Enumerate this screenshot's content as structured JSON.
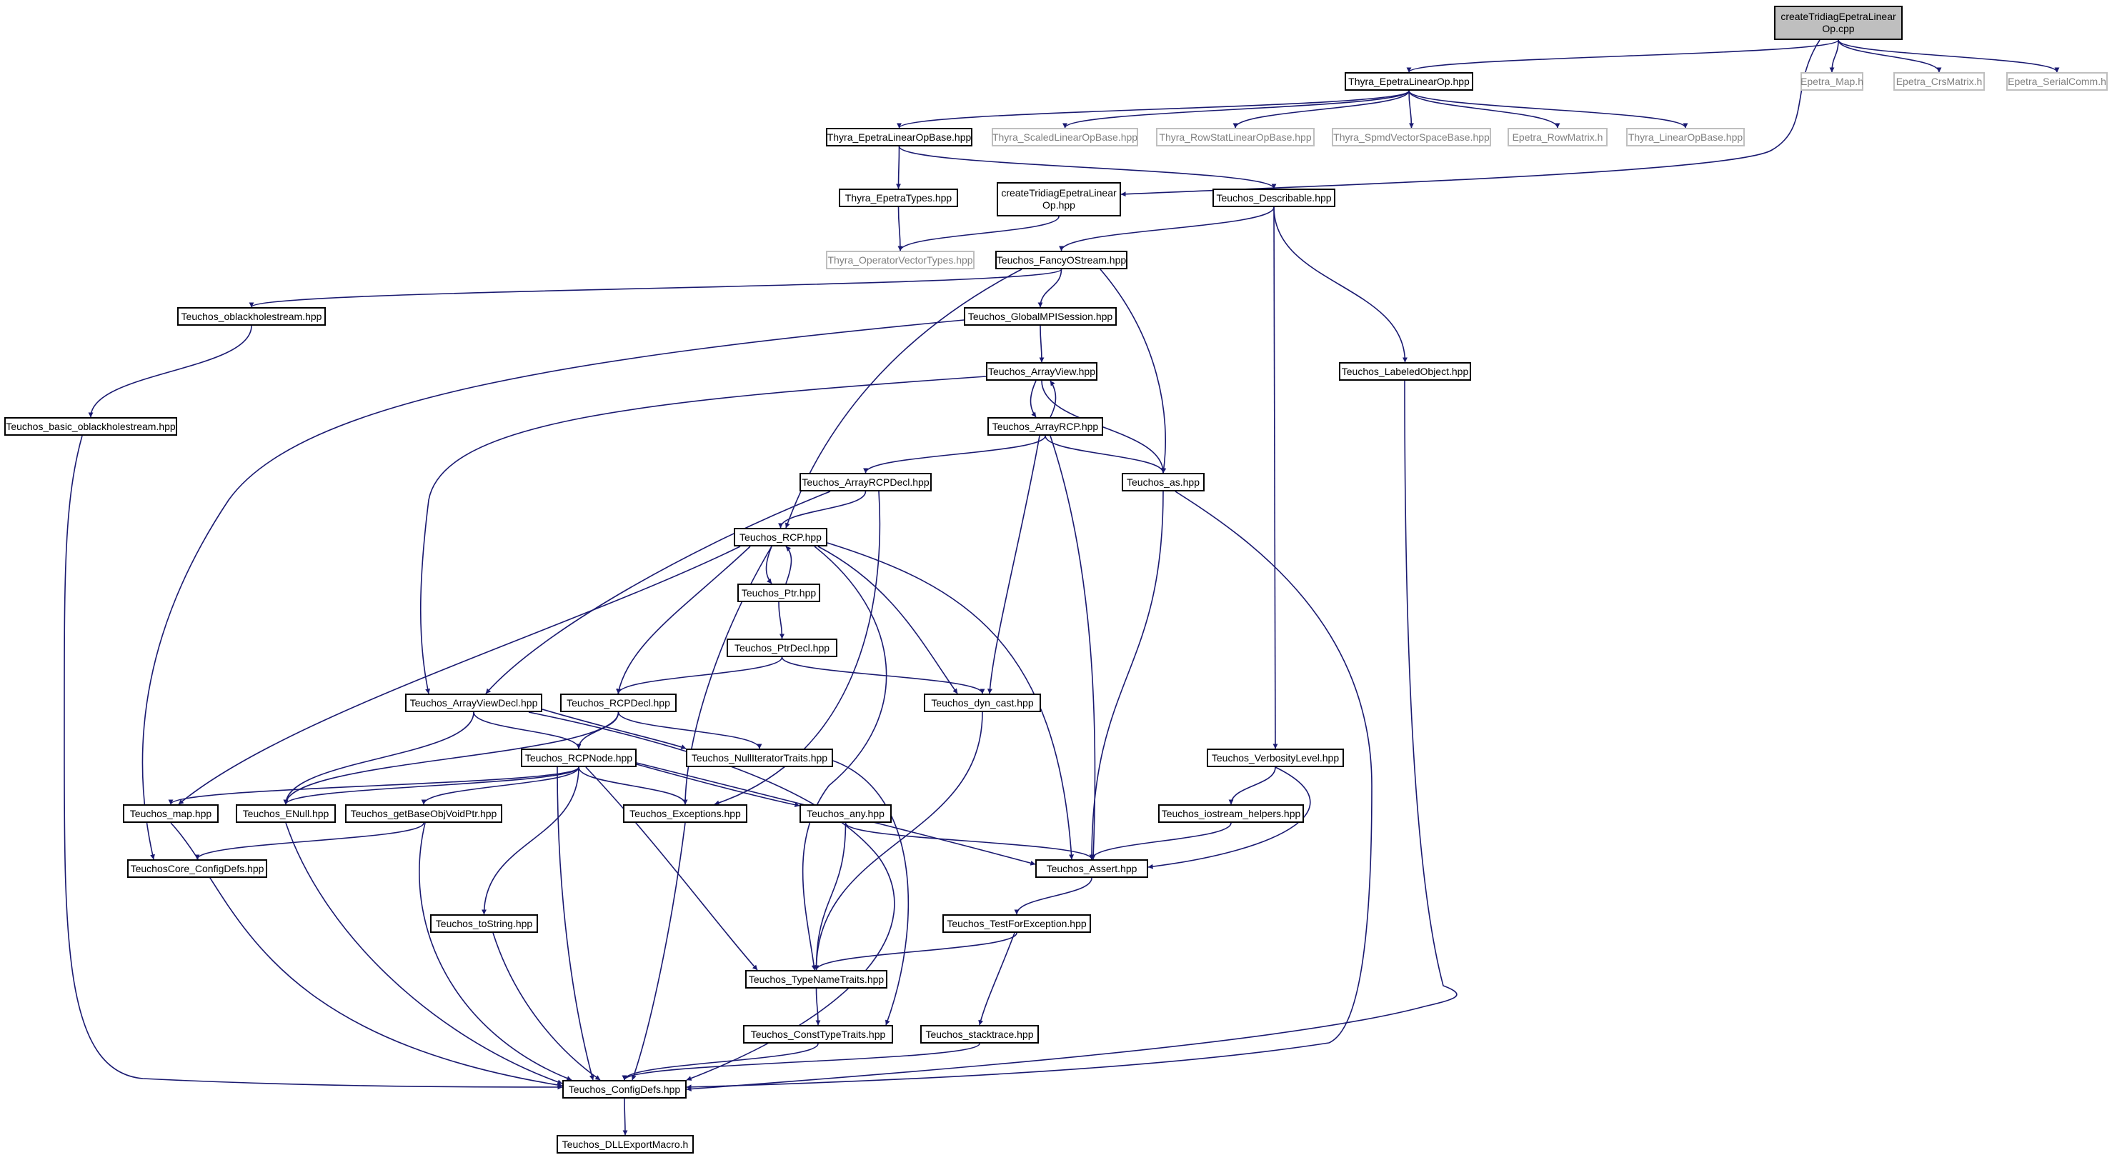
{
  "colors": {
    "edge": "#191970",
    "node_border": "#000000",
    "external_border": "#bfbfbf",
    "external_text": "#808080",
    "root_fill": "#bfbfbf"
  },
  "nodes": [
    {
      "id": "root",
      "label": "createTridiagEpetraLinearOp.cpp",
      "kind": "root"
    },
    {
      "id": "thyra_elo",
      "label": "Thyra_EpetraLinearOp.hpp"
    },
    {
      "id": "epetra_map",
      "label": "Epetra_Map.h",
      "kind": "external"
    },
    {
      "id": "epetra_crs",
      "label": "Epetra_CrsMatrix.h",
      "kind": "external"
    },
    {
      "id": "epetra_serial",
      "label": "Epetra_SerialComm.h",
      "kind": "external"
    },
    {
      "id": "thyra_elob",
      "label": "Thyra_EpetraLinearOpBase.hpp"
    },
    {
      "id": "thyra_slob",
      "label": "Thyra_ScaledLinearOpBase.hpp",
      "kind": "external"
    },
    {
      "id": "thyra_rslob",
      "label": "Thyra_RowStatLinearOpBase.hpp",
      "kind": "external"
    },
    {
      "id": "thyra_svsb",
      "label": "Thyra_SpmdVectorSpaceBase.hpp",
      "kind": "external"
    },
    {
      "id": "epetra_rowm",
      "label": "Epetra_RowMatrix.h",
      "kind": "external"
    },
    {
      "id": "thyra_lob",
      "label": "Thyra_LinearOpBase.hpp",
      "kind": "external"
    },
    {
      "id": "thyra_et",
      "label": "Thyra_EpetraTypes.hpp"
    },
    {
      "id": "ctelo_hpp",
      "label": "createTridiagEpetraLinearOp.hpp"
    },
    {
      "id": "t_describable",
      "label": "Teuchos_Describable.hpp"
    },
    {
      "id": "thyra_ovt",
      "label": "Thyra_OperatorVectorTypes.hpp",
      "kind": "external"
    },
    {
      "id": "t_fos",
      "label": "Teuchos_FancyOStream.hpp"
    },
    {
      "id": "t_obhs",
      "label": "Teuchos_oblackholestream.hpp"
    },
    {
      "id": "t_gmpi",
      "label": "Teuchos_GlobalMPISession.hpp"
    },
    {
      "id": "t_arrayview",
      "label": "Teuchos_ArrayView.hpp"
    },
    {
      "id": "t_labeled",
      "label": "Teuchos_LabeledObject.hpp"
    },
    {
      "id": "t_bobhs",
      "label": "Teuchos_basic_oblackholestream.hpp"
    },
    {
      "id": "t_arrayrcp",
      "label": "Teuchos_ArrayRCP.hpp"
    },
    {
      "id": "t_arcpdecl",
      "label": "Teuchos_ArrayRCPDecl.hpp"
    },
    {
      "id": "t_as",
      "label": "Teuchos_as.hpp"
    },
    {
      "id": "t_rcp",
      "label": "Teuchos_RCP.hpp"
    },
    {
      "id": "t_ptr",
      "label": "Teuchos_Ptr.hpp"
    },
    {
      "id": "t_ptrdecl",
      "label": "Teuchos_PtrDecl.hpp"
    },
    {
      "id": "t_avdecl",
      "label": "Teuchos_ArrayViewDecl.hpp"
    },
    {
      "id": "t_rcpdecl",
      "label": "Teuchos_RCPDecl.hpp"
    },
    {
      "id": "t_dyncast",
      "label": "Teuchos_dyn_cast.hpp"
    },
    {
      "id": "t_nullit",
      "label": "Teuchos_NullIteratorTraits.hpp"
    },
    {
      "id": "t_verbosity",
      "label": "Teuchos_VerbosityLevel.hpp"
    },
    {
      "id": "t_rcpnode",
      "label": "Teuchos_RCPNode.hpp"
    },
    {
      "id": "t_map",
      "label": "Teuchos_map.hpp"
    },
    {
      "id": "t_enull",
      "label": "Teuchos_ENull.hpp"
    },
    {
      "id": "t_gbovp",
      "label": "Teuchos_getBaseObjVoidPtr.hpp"
    },
    {
      "id": "t_exceptions",
      "label": "Teuchos_Exceptions.hpp"
    },
    {
      "id": "t_any",
      "label": "Teuchos_any.hpp"
    },
    {
      "id": "t_iohelpers",
      "label": "Teuchos_iostream_helpers.hpp"
    },
    {
      "id": "t_assert",
      "label": "Teuchos_Assert.hpp"
    },
    {
      "id": "tc_configdefs",
      "label": "TeuchosCore_ConfigDefs.hpp"
    },
    {
      "id": "t_tostring",
      "label": "Teuchos_toString.hpp"
    },
    {
      "id": "t_tfe",
      "label": "Teuchos_TestForException.hpp"
    },
    {
      "id": "t_tnt",
      "label": "Teuchos_TypeNameTraits.hpp"
    },
    {
      "id": "t_ctt",
      "label": "Teuchos_ConstTypeTraits.hpp"
    },
    {
      "id": "t_stacktrace",
      "label": "Teuchos_stacktrace.hpp"
    },
    {
      "id": "t_configdefs",
      "label": "Teuchos_ConfigDefs.hpp"
    },
    {
      "id": "t_dll",
      "label": "Teuchos_DLLExportMacro.h"
    }
  ],
  "edges": [
    [
      "root",
      "thyra_elo"
    ],
    [
      "root",
      "epetra_map"
    ],
    [
      "root",
      "epetra_crs"
    ],
    [
      "root",
      "epetra_serial"
    ],
    [
      "root",
      "ctelo_hpp"
    ],
    [
      "thyra_elo",
      "thyra_elob"
    ],
    [
      "thyra_elo",
      "thyra_slob"
    ],
    [
      "thyra_elo",
      "thyra_rslob"
    ],
    [
      "thyra_elo",
      "thyra_svsb"
    ],
    [
      "thyra_elo",
      "epetra_rowm"
    ],
    [
      "thyra_elo",
      "thyra_lob"
    ],
    [
      "thyra_elob",
      "thyra_et"
    ],
    [
      "thyra_elob",
      "t_describable"
    ],
    [
      "thyra_et",
      "thyra_ovt"
    ],
    [
      "ctelo_hpp",
      "thyra_ovt"
    ],
    [
      "t_describable",
      "t_fos"
    ],
    [
      "t_describable",
      "t_labeled"
    ],
    [
      "t_describable",
      "t_verbosity"
    ],
    [
      "t_fos",
      "t_obhs"
    ],
    [
      "t_fos",
      "t_gmpi"
    ],
    [
      "t_fos",
      "t_rcp"
    ],
    [
      "t_fos",
      "t_as"
    ],
    [
      "t_obhs",
      "t_bobhs"
    ],
    [
      "t_gmpi",
      "t_arrayview"
    ],
    [
      "t_gmpi",
      "tc_configdefs"
    ],
    [
      "t_arrayview",
      "t_arrayrcp"
    ],
    [
      "t_arrayrcp",
      "t_arrayview"
    ],
    [
      "t_arrayview",
      "t_as"
    ],
    [
      "t_arrayview",
      "t_avdecl"
    ],
    [
      "t_arrayrcp",
      "t_arcpdecl"
    ],
    [
      "t_arrayrcp",
      "t_as"
    ],
    [
      "t_arrayrcp",
      "t_dyncast"
    ],
    [
      "t_arrayrcp",
      "t_assert"
    ],
    [
      "t_arcpdecl",
      "t_rcp"
    ],
    [
      "t_arcpdecl",
      "t_avdecl"
    ],
    [
      "t_arcpdecl",
      "t_exceptions"
    ],
    [
      "t_as",
      "t_assert"
    ],
    [
      "t_as",
      "t_configdefs"
    ],
    [
      "t_rcp",
      "t_ptr"
    ],
    [
      "t_ptr",
      "t_rcp"
    ],
    [
      "t_rcp",
      "t_rcpdecl"
    ],
    [
      "t_rcp",
      "t_dyncast"
    ],
    [
      "t_rcp",
      "t_map"
    ],
    [
      "t_rcp",
      "t_exceptions"
    ],
    [
      "t_rcp",
      "t_assert"
    ],
    [
      "t_rcp",
      "t_tnt"
    ],
    [
      "t_ptr",
      "t_ptrdecl"
    ],
    [
      "t_ptrdecl",
      "t_rcpdecl"
    ],
    [
      "t_ptrdecl",
      "t_dyncast"
    ],
    [
      "t_avdecl",
      "t_rcpnode"
    ],
    [
      "t_avdecl",
      "t_enull"
    ],
    [
      "t_avdecl",
      "t_nullit"
    ],
    [
      "t_avdecl",
      "t_configdefs"
    ],
    [
      "t_rcpdecl",
      "t_rcpnode"
    ],
    [
      "t_rcpdecl",
      "t_nullit"
    ],
    [
      "t_rcpdecl",
      "t_enull"
    ],
    [
      "t_dyncast",
      "t_tnt"
    ],
    [
      "t_nullit",
      "t_ctt"
    ],
    [
      "t_rcpnode",
      "t_map"
    ],
    [
      "t_rcpnode",
      "t_enull"
    ],
    [
      "t_rcpnode",
      "t_gbovp"
    ],
    [
      "t_rcpnode",
      "t_exceptions"
    ],
    [
      "t_rcpnode",
      "t_any"
    ],
    [
      "t_rcpnode",
      "t_assert"
    ],
    [
      "t_rcpnode",
      "t_tostring"
    ],
    [
      "t_rcpnode",
      "t_tnt"
    ],
    [
      "t_rcpnode",
      "t_configdefs"
    ],
    [
      "t_map",
      "t_configdefs"
    ],
    [
      "t_enull",
      "t_configdefs"
    ],
    [
      "t_gbovp",
      "tc_configdefs"
    ],
    [
      "t_gbovp",
      "t_configdefs"
    ],
    [
      "t_exceptions",
      "t_configdefs"
    ],
    [
      "t_any",
      "t_assert"
    ],
    [
      "t_any",
      "t_tnt"
    ],
    [
      "t_verbosity",
      "t_iohelpers"
    ],
    [
      "t_verbosity",
      "t_assert"
    ],
    [
      "t_iohelpers",
      "t_assert"
    ],
    [
      "t_assert",
      "t_tfe"
    ],
    [
      "t_tostring",
      "t_configdefs"
    ],
    [
      "t_tfe",
      "t_tnt"
    ],
    [
      "t_tfe",
      "t_stacktrace"
    ],
    [
      "t_tnt",
      "t_ctt"
    ],
    [
      "t_ctt",
      "t_configdefs"
    ],
    [
      "t_stacktrace",
      "t_configdefs"
    ],
    [
      "t_labeled",
      "t_configdefs"
    ],
    [
      "t_bobhs",
      "t_configdefs"
    ],
    [
      "t_configdefs",
      "t_dll"
    ]
  ]
}
